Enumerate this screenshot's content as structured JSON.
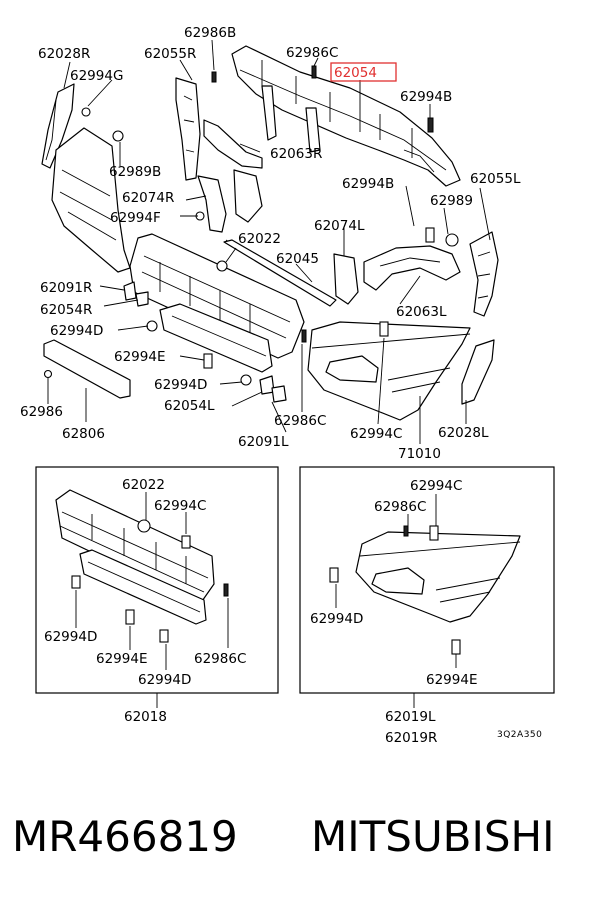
{
  "labels": {
    "l_62028R": "62028R",
    "l_62994G": "62994G",
    "l_62986B": "62986B",
    "l_62055R": "62055R",
    "l_62986C_top": "62986C",
    "l_62054": "62054",
    "l_62994B_top": "62994B",
    "l_62989B": "62989B",
    "l_62063R": "62063R",
    "l_62074R": "62074R",
    "l_62994F": "62994F",
    "l_62994B_mid": "62994B",
    "l_62055L": "62055L",
    "l_62989": "62989",
    "l_62022_main": "62022",
    "l_62074L": "62074L",
    "l_62045": "62045",
    "l_62091R": "62091R",
    "l_62054R": "62054R",
    "l_62063L": "62063L",
    "l_62994D_main": "62994D",
    "l_62994E_main": "62994E",
    "l_62994D_main2": "62994D",
    "l_62054L": "62054L",
    "l_62986": "62986",
    "l_62806": "62806",
    "l_62986C_main": "62986C",
    "l_62994C_main": "62994C",
    "l_62028L": "62028L",
    "l_62091L": "62091L",
    "l_71010": "71010",
    "l_inset1_62022": "62022",
    "l_inset1_62994C": "62994C",
    "l_inset1_62994D": "62994D",
    "l_inset1_62994E": "62994E",
    "l_inset1_62986C": "62986C",
    "l_inset1_62994D_2": "62994D",
    "l_inset2_62994C": "62994C",
    "l_inset2_62986C": "62986C",
    "l_inset2_62994D": "62994D",
    "l_inset2_62994E": "62994E",
    "l_62018": "62018",
    "l_62019L": "62019L",
    "l_62019R": "62019R",
    "l_code": "3Q2A350"
  },
  "highlight_color": "#e03030",
  "footer": {
    "part_number": "MR466819",
    "brand": "MITSUBISHI"
  }
}
